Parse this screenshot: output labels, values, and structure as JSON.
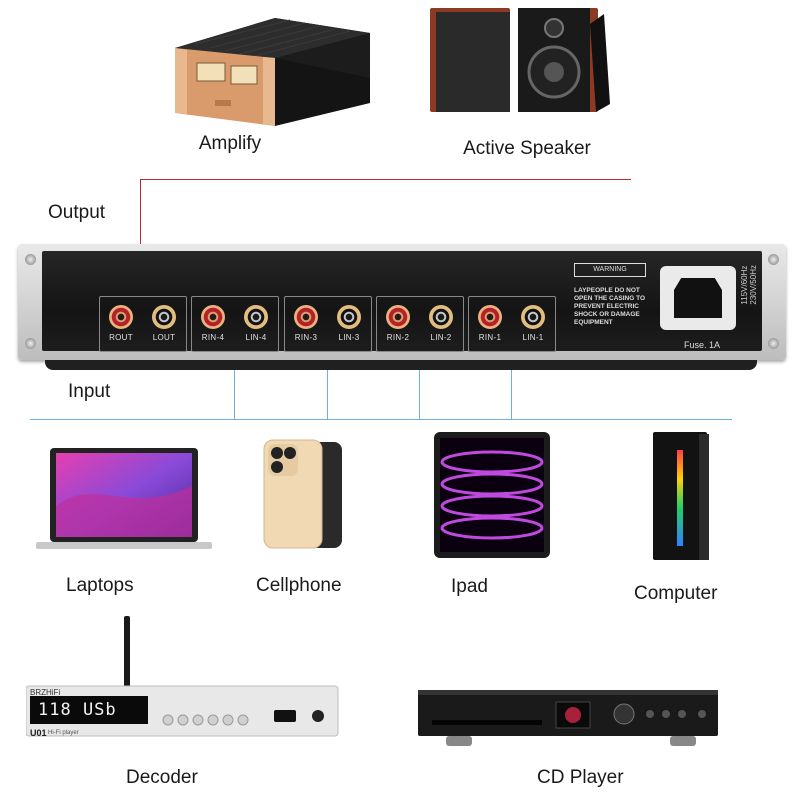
{
  "devices_top": {
    "amplify": {
      "label": "Amplify"
    },
    "active_speaker": {
      "label": "Active Speaker"
    }
  },
  "sections": {
    "output_label": "Output",
    "input_label": "Input"
  },
  "panel": {
    "jacks": [
      {
        "left": "ROUT",
        "right": "LOUT"
      },
      {
        "left": "RIN-4",
        "right": "LIN-4"
      },
      {
        "left": "RIN-3",
        "right": "LIN-3"
      },
      {
        "left": "RIN-2",
        "right": "LIN-2"
      },
      {
        "left": "RIN-1",
        "right": "LIN-1"
      }
    ],
    "warning_header": "WARNING",
    "warning_text": "LAYPEOPLE DO NOT OPEN THE CASING TO PREVENT ELECTRIC SHOCK OR DAMAGE EQUIPMENT",
    "voltage_1": "115V/60Hz",
    "voltage_2": "230V/50Hz",
    "fuse": "Fuse. 1A"
  },
  "sources": {
    "laptops": "Laptops",
    "cellphone": "Cellphone",
    "ipad": "Ipad",
    "computer": "Computer",
    "decoder": "Decoder",
    "cd_player": "CD Player"
  },
  "decoder_device": {
    "brand": "BRZHiFi",
    "display": "118 USb",
    "model": "U01",
    "model_sub": "Hi-Fi player"
  },
  "colors": {
    "output_line": "#b82a36",
    "input_line": "#6ab4d9"
  }
}
